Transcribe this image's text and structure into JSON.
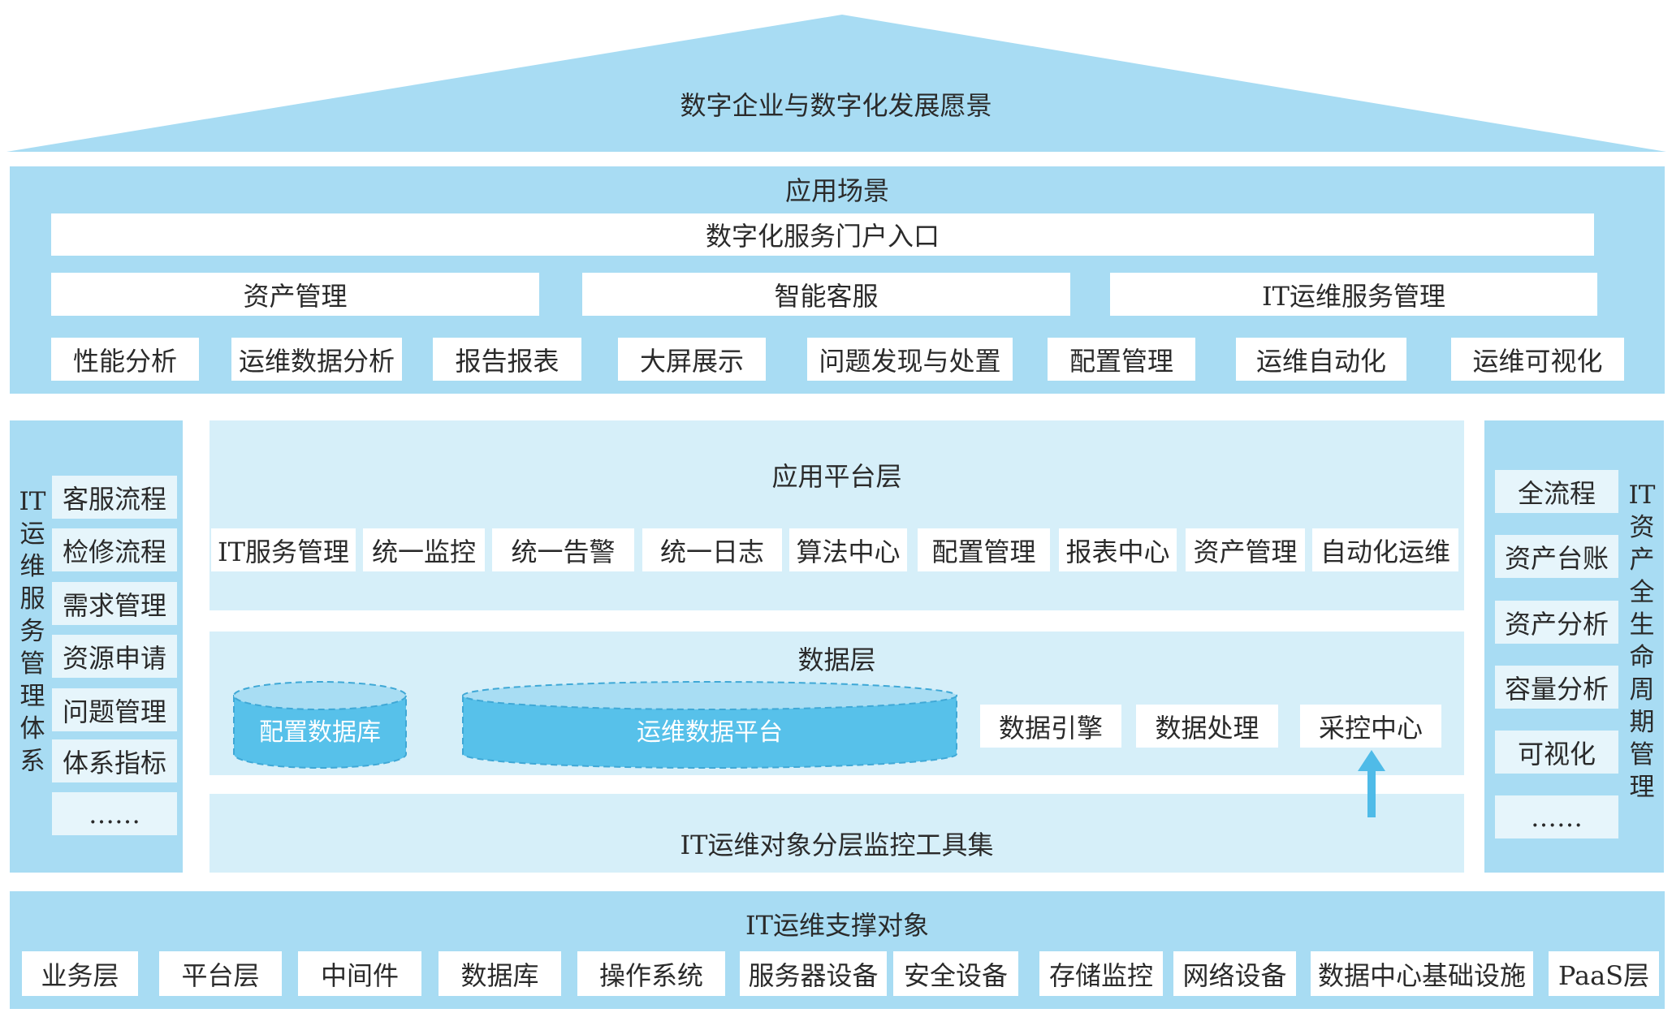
{
  "roof": {
    "title": "数字企业与数字化发展愿景"
  },
  "scenario": {
    "title": "应用场景",
    "portal": "数字化服务门户入口",
    "groups": [
      "资产管理",
      "智能客服",
      "IT运维服务管理"
    ],
    "items": [
      "性能分析",
      "运维数据分析",
      "报告报表",
      "大屏展示",
      "问题发现与处置",
      "配置管理",
      "运维自动化",
      "运维可视化"
    ]
  },
  "left_panel": {
    "vertical_title": [
      "I",
      "T",
      "运",
      "维",
      "服",
      "务",
      "管",
      "理",
      "体",
      "系"
    ],
    "vertical_title_prefix": "IT",
    "vertical_title_chars": [
      "运",
      "维",
      "服",
      "务",
      "管",
      "理",
      "体",
      "系"
    ],
    "items": [
      "客服流程",
      "检修流程",
      "需求管理",
      "资源申请",
      "问题管理",
      "体系指标",
      "……"
    ]
  },
  "right_panel": {
    "vertical_title_prefix": "IT",
    "vertical_title_chars": [
      "资",
      "产",
      "全",
      "生",
      "命",
      "周",
      "期",
      "管",
      "理"
    ],
    "items": [
      "全流程",
      "资产台账",
      "资产分析",
      "容量分析",
      "可视化",
      "……"
    ]
  },
  "app_platform": {
    "title": "应用平台层",
    "items": [
      "IT服务管理",
      "统一监控",
      "统一告警",
      "统一日志",
      "算法中心",
      "配置管理",
      "报表中心",
      "资产管理",
      "自动化运维"
    ]
  },
  "data_layer": {
    "title": "数据层",
    "databases": [
      "配置数据库",
      "运维数据平台"
    ],
    "items": [
      "数据引擎",
      "数据处理",
      "采控中心"
    ]
  },
  "monitor_layer": {
    "title": "IT运维对象分层监控工具集"
  },
  "support": {
    "title": "IT运维支撑对象",
    "items": [
      "业务层",
      "平台层",
      "中间件",
      "数据库",
      "操作系统",
      "服务器设备",
      "安全设备",
      "存储监控",
      "网络设备",
      "数据中心基础设施",
      "PaaS层"
    ]
  },
  "colors": {
    "band": "#a8dcf3",
    "panel": "#d6eff9",
    "db_fill": "#57c1ea",
    "db_top": "#a8ddf3",
    "arrow": "#4fbbe8"
  }
}
